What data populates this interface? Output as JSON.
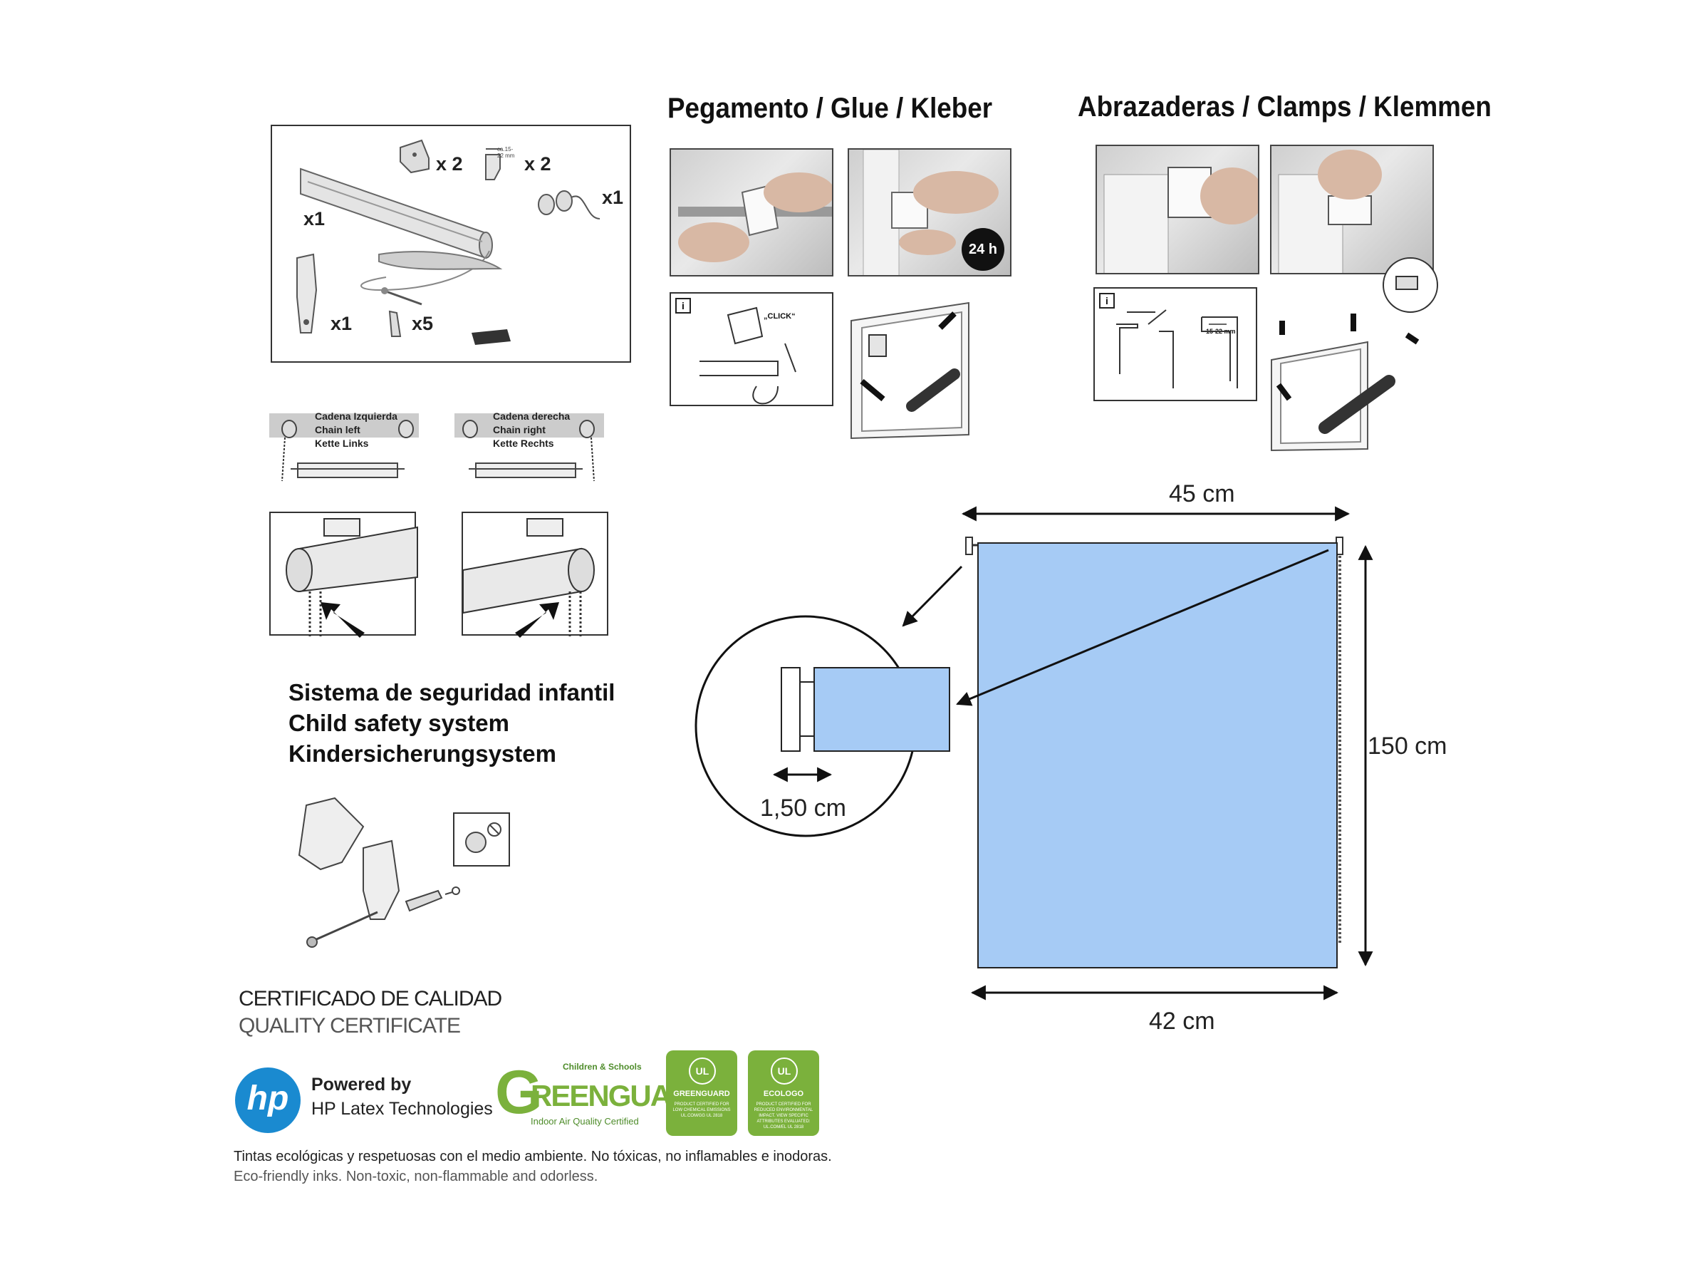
{
  "titles": {
    "glue": "Pegamento / Glue / Kleber",
    "clamps": "Abrazaderas / Clamps / Klemmen"
  },
  "kit": {
    "roller_qty": "x1",
    "bracket_qty": "x 2",
    "clamp_qty": "x 2",
    "clamp_note": "ca.15-22 mm",
    "end_cap_qty": "x1",
    "safety_clip_qty": "x1",
    "screws_qty": "x5"
  },
  "chain": {
    "left": [
      "Cadena Izquierda",
      "Chain left",
      "Kette Links"
    ],
    "right": [
      "Cadena derecha",
      "Chain right",
      "Kette Rechts"
    ]
  },
  "glue_steps": {
    "cure_time": "24 h",
    "click_label": "„CLICK“",
    "info_icon": "i"
  },
  "clamp_steps": {
    "info_icon": "i",
    "range_label": "15-22 mm"
  },
  "child_safety": {
    "line1": "Sistema de seguridad infantil",
    "line2": "Child safety system",
    "line3": "Kindersicherungsystem"
  },
  "certificate": {
    "line1": "CERTIFICADO DE CALIDAD",
    "line2": "QUALITY CERTIFICATE",
    "hp_logo": "hp",
    "hp_line1": "Powered by",
    "hp_line2": "HP Latex Technologies",
    "greenguard_top": "Children & Schools",
    "greenguard_name": "REENGUARD",
    "greenguard_g": "G",
    "greenguard_sub": "Indoor Air Quality Certified",
    "ul_badge1_title": "GREENGUARD",
    "ul_badge1_text": "PRODUCT CERTIFIED FOR LOW CHEMICAL EMISSIONS UL.COM/GG UL 2818",
    "ul_badge2_title": "ECOLOGO",
    "ul_badge2_text": "PRODUCT CERTIFIED FOR REDUCED ENVIRONMENTAL IMPACT. VIEW SPECIFIC ATTRIBUTES EVALUATED: UL.COM/EL UL 2818",
    "ul_mark": "UL",
    "eco_line1": "Tintas ecológicas y respetuosas con el medio ambiente. No tóxicas, no inflamables e inodoras.",
    "eco_line2": "Eco-friendly inks. Non-toxic, non-flammable and odorless."
  },
  "dimensions": {
    "top_width": "45 cm",
    "height": "150 cm",
    "bottom_width": "42 cm",
    "detail_gap": "1,50 cm"
  },
  "colors": {
    "blind_fill": "#a6cbf5",
    "greenguard_green": "#7bb13c",
    "hp_blue": "#1a8ad0"
  }
}
